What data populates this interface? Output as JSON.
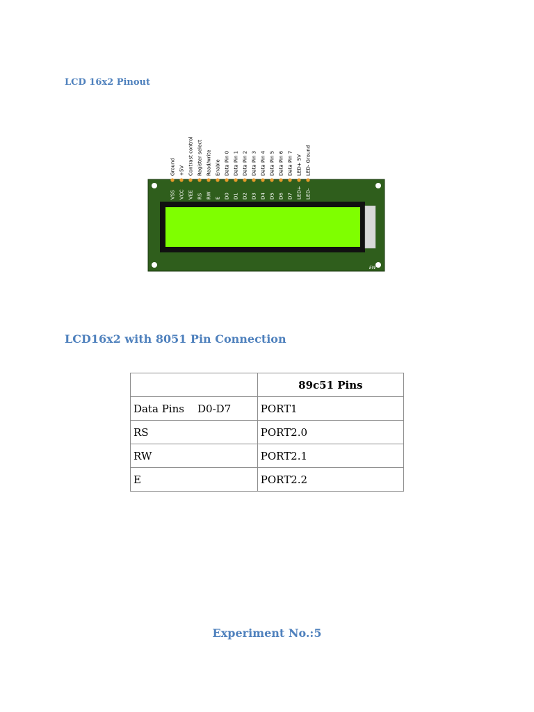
{
  "section1": {
    "heading": "LCD 16x2 Pinout"
  },
  "lcd": {
    "pin_functions": [
      "Ground",
      "+5V",
      "Contrast control",
      "Register select",
      "Read/write",
      "Enable",
      "Data Pin 0",
      "Data Pin 1",
      "Data Pin 2",
      "Data Pin 3",
      "Data Pin 4",
      "Data Pin 5",
      "Data Pin 6",
      "Data Pin 7",
      "LED+ 5V",
      "LED- Ground"
    ],
    "pin_names": [
      "VSS",
      "VCC",
      "VEE",
      "RS",
      "RW",
      "E",
      "D0",
      "D1",
      "D2",
      "D3",
      "D4",
      "D5",
      "D6",
      "D7",
      "LED+",
      "LED-"
    ],
    "watermark": "EW",
    "colors": {
      "board": "#2f5e1c",
      "screen": "#7fff00",
      "bezel": "#111111",
      "pin": "#e89a2c"
    }
  },
  "section2": {
    "heading": "LCD16x2 with 8051 Pin Connection"
  },
  "table": {
    "header": [
      "",
      "89c51 Pins"
    ],
    "rows": [
      [
        "Data Pins    D0-D7",
        "PORT1"
      ],
      [
        "RS",
        "PORT2.0"
      ],
      [
        "RW",
        "PORT2.1"
      ],
      [
        "E",
        "PORT2.2"
      ]
    ]
  },
  "footer": {
    "label": "Experiment No.:5"
  }
}
